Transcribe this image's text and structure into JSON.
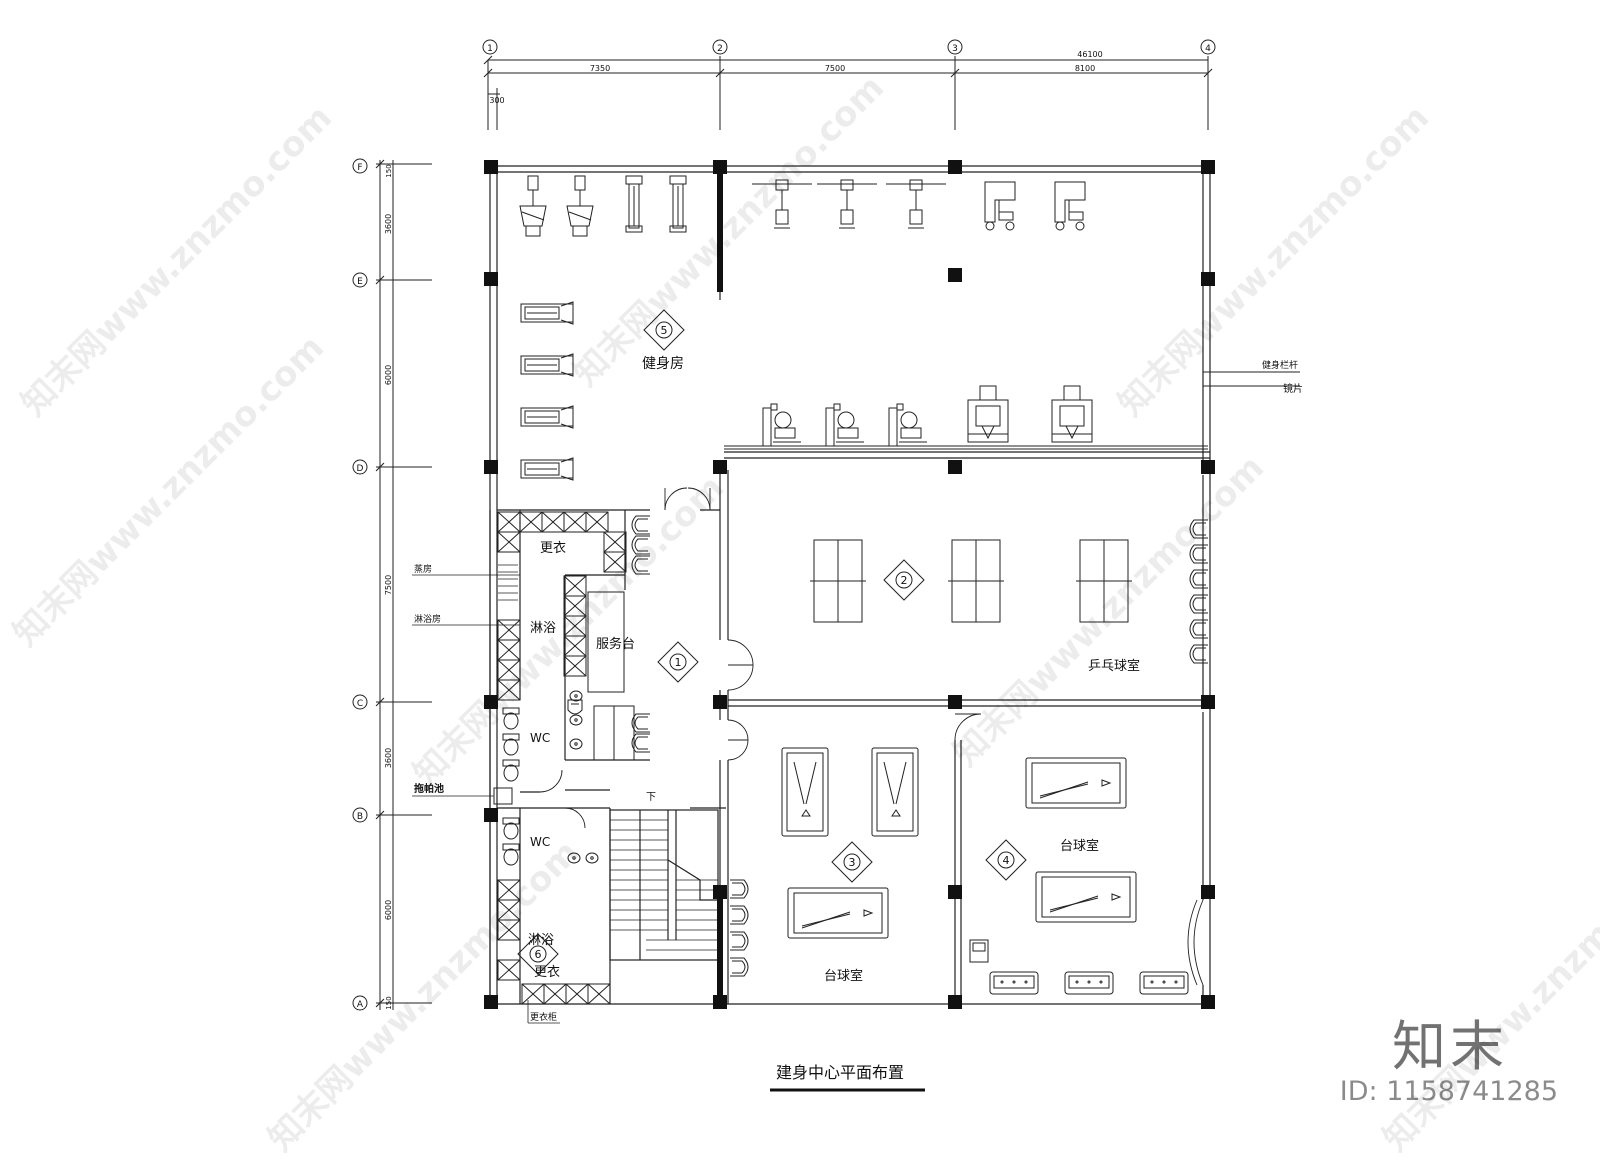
{
  "drawing_title": "建身中心平面布置",
  "grid": {
    "columns": [
      "1",
      "2",
      "3",
      "4"
    ],
    "rows": [
      "F",
      "E",
      "D",
      "C",
      "B",
      "A"
    ]
  },
  "dimensions": {
    "total": "46100",
    "spans": [
      "7350",
      "7500",
      "8100"
    ],
    "offset": "300",
    "left_small_top": "150",
    "left_small_bottom": "150",
    "left_spans": [
      "3600",
      "6000",
      "7500",
      "3600",
      "6000"
    ]
  },
  "rooms": {
    "r1": {
      "num": "1",
      "name": "服务台"
    },
    "r2": {
      "num": "2",
      "name": "乒乓球室"
    },
    "r3": {
      "num": "3",
      "name": "台球室"
    },
    "r4": {
      "num": "4",
      "name": "台球室"
    },
    "r5": {
      "num": "5",
      "name": "健身房"
    },
    "r6": {
      "num": "6",
      "name": "更衣"
    }
  },
  "labels": {
    "changing_top": "更衣",
    "shower_top": "淋浴",
    "wc_top": "WC",
    "wc_bottom": "WC",
    "shower_bottom": "淋浴",
    "stair_down": "下"
  },
  "callouts": {
    "sauna": "蒸房",
    "shower_room": "淋浴房",
    "mop_pool": "拖帕池",
    "locker": "更衣柜",
    "gym_rail": "健身栏杆",
    "mirror": "镜片"
  },
  "watermark": {
    "logo": "知末",
    "id": "ID: 1158741285",
    "diagonal": "知末网www.znzmo.com"
  }
}
